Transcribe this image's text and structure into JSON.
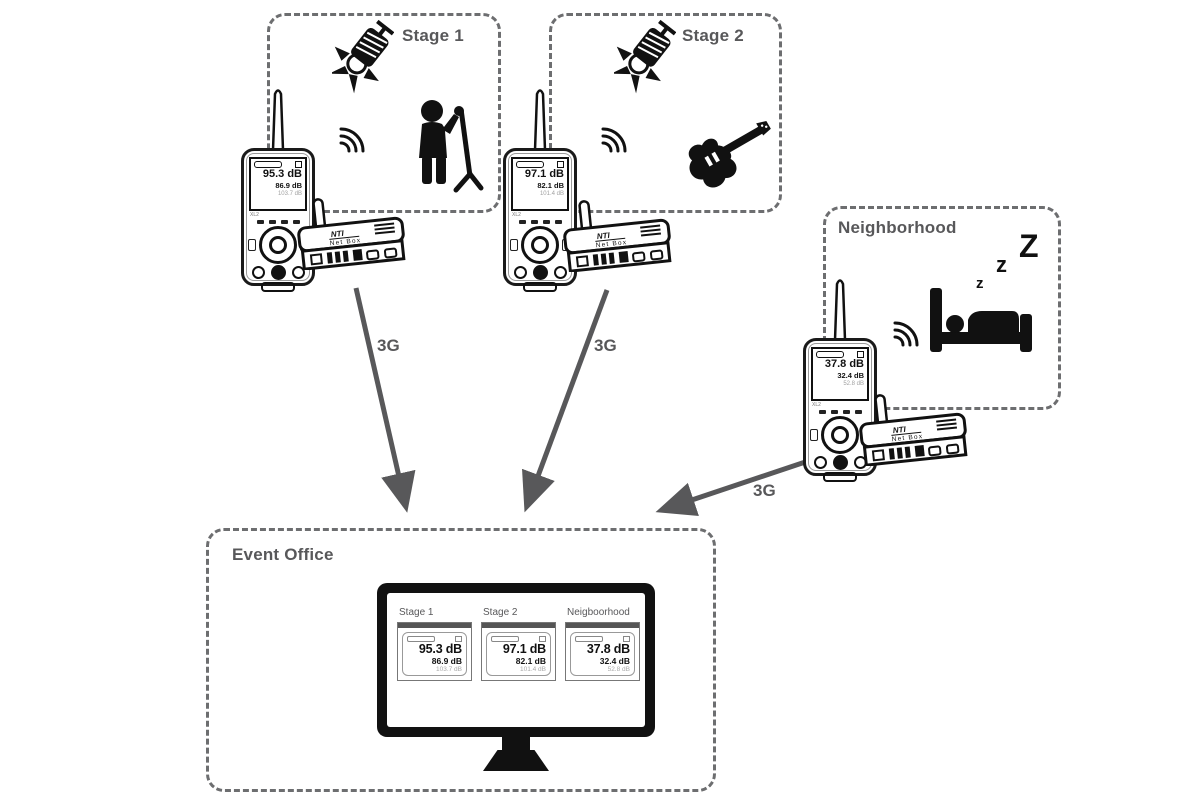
{
  "colors": {
    "ink": "#111111",
    "gray": "#58585a",
    "dashed_border": "#6d6e70",
    "faint_value": "#a0a0a0"
  },
  "zones": {
    "stage1": {
      "title": "Stage 1"
    },
    "stage2": {
      "title": "Stage 2"
    },
    "neighborhood": {
      "title": "Neighborhood"
    },
    "event_office": {
      "title": "Event Office"
    }
  },
  "meters": {
    "model": "XL2",
    "stage1": {
      "value": "95.3 dB",
      "value2": "86.9 dB",
      "value3": "103.7 dB"
    },
    "stage2": {
      "value": "97.1 dB",
      "value2": "82.1 dB",
      "value3": "101.4 dB"
    },
    "neighborhood": {
      "value": "37.8 dB",
      "value2": "32.4 dB",
      "value3": "52.8 dB"
    }
  },
  "netbox": {
    "brand": "NTI",
    "label": "Net Box"
  },
  "sleep": {
    "z1": "z",
    "z2": "z",
    "z3": "Z"
  },
  "connections": {
    "c1": "3G",
    "c2": "3G",
    "c3": "3G"
  },
  "monitor": {
    "panels": [
      {
        "name": "Stage 1",
        "value": "95.3 dB",
        "value2": "86.9 dB",
        "value3": "103.7 dB"
      },
      {
        "name": "Stage 2",
        "value": "97.1 dB",
        "value2": "82.1 dB",
        "value3": "101.4 dB"
      },
      {
        "name": "Neigboorhood",
        "value": "37.8 dB",
        "value2": "32.4 dB",
        "value3": "52.8 dB"
      }
    ]
  }
}
